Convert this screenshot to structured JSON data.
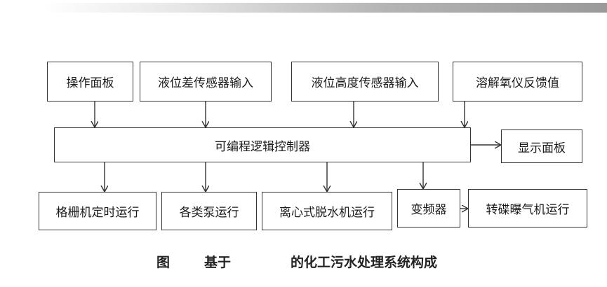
{
  "inputs": {
    "panel": "操作面板",
    "level_diff_sensor": "液位差传感器输入",
    "level_height_sensor": "液位高度传感器输入",
    "do_meter": "溶解氧仪反馈值"
  },
  "controller": "可编程逻辑控制器",
  "display": "显示面板",
  "outputs": {
    "grid_timer": "格栅机定时运行",
    "pumps": "各类泵运行",
    "centrifuge": "离心式脱水机运行",
    "vfd": "变频器",
    "aerator": "转碟曝气机运行"
  },
  "caption": {
    "fig": "图",
    "based_on": "基于",
    "rest": "的化工污水处理系统构成"
  }
}
